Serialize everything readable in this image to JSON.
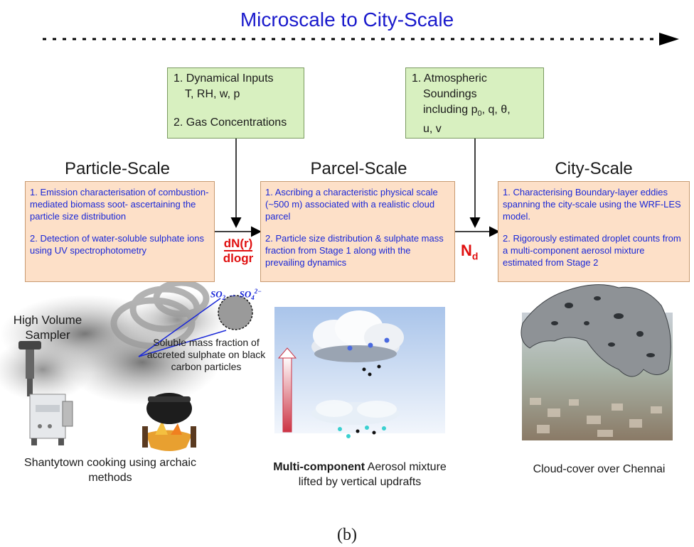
{
  "title": "Microscale to City-Scale",
  "scales": {
    "particle": "Particle-Scale",
    "parcel": "Parcel-Scale",
    "city": "City-Scale"
  },
  "inputs_left": {
    "item1a": "1. Dynamical Inputs",
    "item1b": "T, RH, w, p",
    "item2": "2. Gas Concentrations"
  },
  "inputs_right": {
    "line1": "1. Atmospheric",
    "line2": "Soundings",
    "line3": "including p",
    "line3_sub": "0",
    "line3_rest": ", q, θ,",
    "line4": "u, v"
  },
  "particle_box": {
    "p1": "1. Emission characterisation of combustion-mediated biomass soot- ascertaining the particle size distribution",
    "p2": "2. Detection of water-soluble sulphate ions using UV spectrophotometry"
  },
  "parcel_box": {
    "p1": "1. Ascribing a characteristic physical scale (~500 m) associated with a realistic cloud parcel",
    "p2": "2. Particle size distribution & sulphate mass fraction from Stage 1 along with the prevailing dynamics"
  },
  "city_box": {
    "p1": "1. Characterising Boundary-layer eddies spanning the city-scale using the WRF-LES model.",
    "p2": "2. Rigorously estimated droplet counts from a multi-component aerosol mixture estimated from Stage 2"
  },
  "arrow_label_1": {
    "num": "dN(r)",
    "den": "dlogr"
  },
  "arrow_label_2": {
    "main": "N",
    "sub": "d"
  },
  "images": {
    "sampler_label_1": "High Volume",
    "sampler_label_2": "Sampler",
    "reaction_left": "SO",
    "reaction_left_sub": "2",
    "reaction_right": "SO",
    "reaction_right_sub": "4",
    "reaction_right_sup": "2−",
    "soluble_note": "Soluble mass fraction of accreted sulphate on black carbon particles"
  },
  "captions": {
    "left": "Shantytown cooking using archaic methods",
    "middle_bold": "Multi-component",
    "middle_rest": " Aerosol mixture lifted by vertical updrafts",
    "right": "Cloud-cover over Chennai"
  },
  "figure_label": "(b)",
  "colors": {
    "title": "#1a1acc",
    "green_box": "#d8f0c0",
    "peach_box": "#fde0c8",
    "box_text": "#1a28d8",
    "accent_red": "#e01010"
  }
}
